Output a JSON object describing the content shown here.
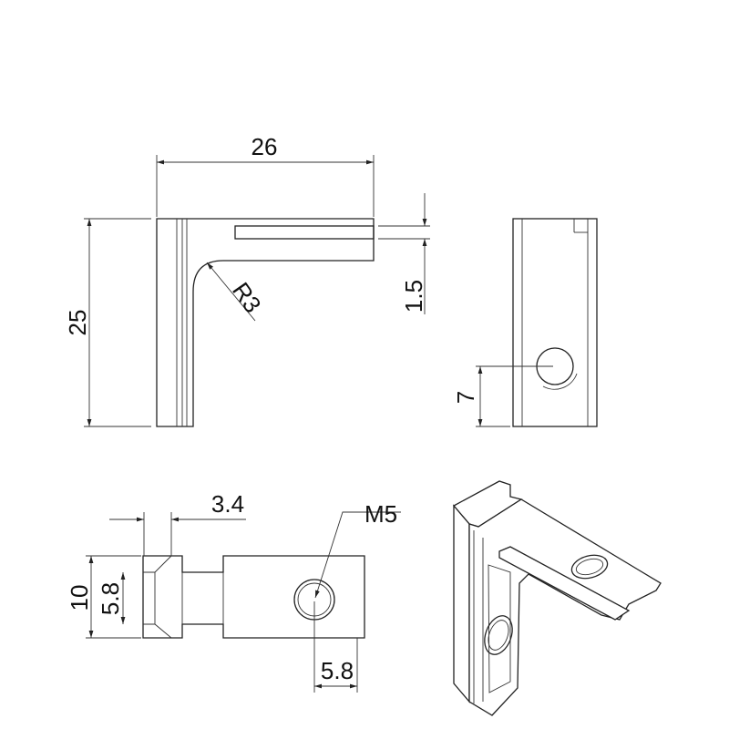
{
  "drawing": {
    "front_view": {
      "width_dim": "26",
      "height_dim": "25",
      "radius_dim": "R3",
      "slot_dim": "1.5"
    },
    "side_view": {
      "hole_height_dim": "7"
    },
    "bottom_view": {
      "tab_dim": "3.4",
      "thread_label": "M5",
      "height_dim": "10",
      "inner_dim": "5.8",
      "hole_offset_dim": "5.8"
    }
  }
}
